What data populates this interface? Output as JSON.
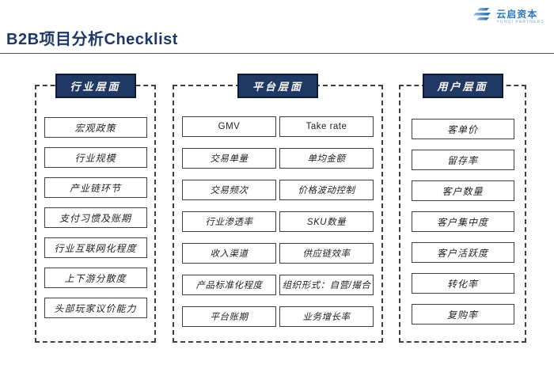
{
  "page": {
    "title": "B2B项目分析Checklist"
  },
  "logo": {
    "name": "云启资本",
    "subtitle": "YUNQI PARTNERS"
  },
  "colors": {
    "header_navy": "#1F3864",
    "header_border": "#0D1B33",
    "title_navy": "#1F3864",
    "box_border": "#3F3F3F",
    "logo_blue": "#2E75B6"
  },
  "columns": [
    {
      "header": "行业层面",
      "items": [
        "宏观政策",
        "行业规模",
        "产业链环节",
        "支付习惯及账期",
        "行业互联网化程度",
        "上下游分散度",
        "头部玩家议价能力"
      ]
    },
    {
      "header": "平台层面",
      "rows": [
        [
          "GMV",
          "Take rate"
        ],
        [
          "交易单量",
          "单均金额"
        ],
        [
          "交易频次",
          "价格波动控制"
        ],
        [
          "行业渗透率",
          "SKU数量"
        ],
        [
          "收入渠道",
          "供应链效率"
        ],
        [
          "产品标准化程度",
          "组织形式：自营/撮合"
        ],
        [
          "平台账期",
          "业务增长率"
        ]
      ]
    },
    {
      "header": "用户层面",
      "items": [
        "客单价",
        "留存率",
        "客户数量",
        "客户集中度",
        "客户活跃度",
        "转化率",
        "复购率"
      ]
    }
  ]
}
